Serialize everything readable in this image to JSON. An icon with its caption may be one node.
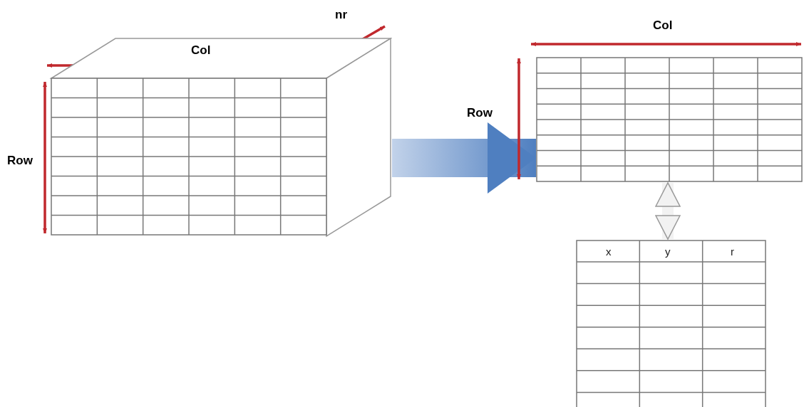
{
  "diagram": {
    "nodes": [
      {
        "text": [],
        "shape": "box"
      },
      {
        "text": [],
        "shape": "box"
      },
      {
        "text": [],
        "shape": "box"
      }
    ],
    "edges": [
      {
        "from": 0,
        "to": 1,
        "arrow": "to"
      },
      {
        "from": 1,
        "to": 2,
        "arrow": "both"
      }
    ],
    "labels": [
      "nr",
      "Col",
      "Col",
      "Row",
      "Row",
      "x",
      "y",
      "r"
    ]
  }
}
